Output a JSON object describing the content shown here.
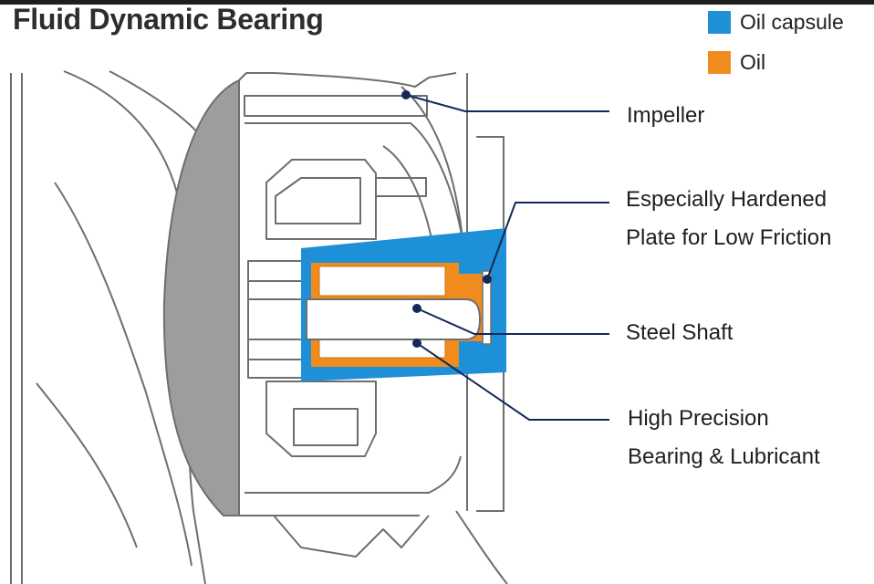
{
  "title": "Fluid Dynamic Bearing",
  "legend": [
    {
      "label": "Oil capsule",
      "color": "#1e90d8"
    },
    {
      "label": "Oil",
      "color": "#f08c1e"
    }
  ],
  "callouts": {
    "impeller": "Impeller",
    "plate_line1": "Especially Hardened",
    "plate_line2": "Plate for Low Friction",
    "shaft": "Steel Shaft",
    "bearing_line1": "High Precision",
    "bearing_line2": "Bearing & Lubricant"
  },
  "colors": {
    "leader": "#15285a",
    "outline": "#6e6e6e",
    "housing": "#b8b8b8",
    "hub_face": "#9d9d9d"
  }
}
